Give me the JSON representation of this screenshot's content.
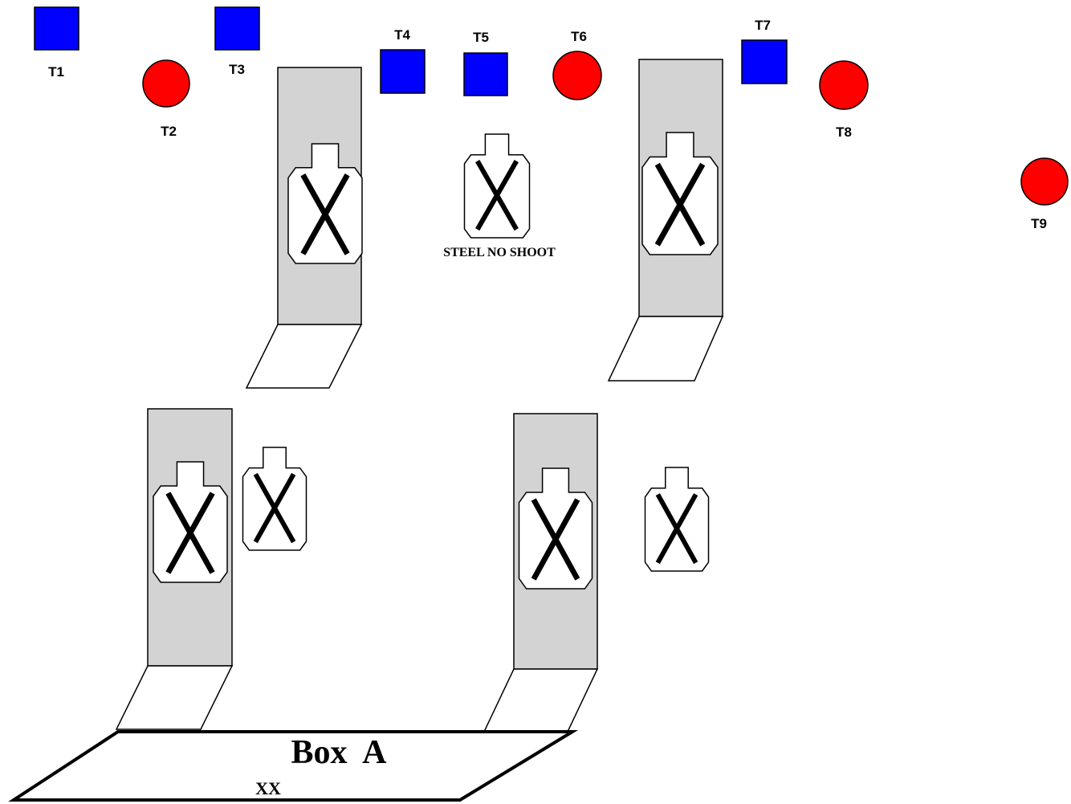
{
  "colors": {
    "popper_fill": "#0000ff",
    "plate_fill": "#ff0000",
    "barricade_fill": "#d3d3d3",
    "outline": "#000000",
    "background": "#ffffff"
  },
  "steel_targets": [
    {
      "label": "T1",
      "shape": "square"
    },
    {
      "label": "T2",
      "shape": "circle"
    },
    {
      "label": "T3",
      "shape": "square"
    },
    {
      "label": "T4",
      "shape": "square"
    },
    {
      "label": "T5",
      "shape": "square"
    },
    {
      "label": "T6",
      "shape": "circle"
    },
    {
      "label": "T7",
      "shape": "square"
    },
    {
      "label": "T8",
      "shape": "circle"
    },
    {
      "label": "T9",
      "shape": "circle"
    }
  ],
  "no_shoot_label": "STEEL NO SHOOT",
  "box": {
    "title": "Box  A",
    "marker": "XX"
  }
}
